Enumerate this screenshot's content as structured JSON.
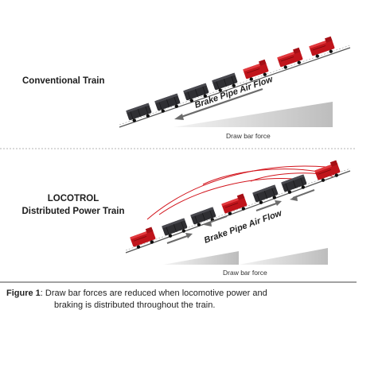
{
  "labels": {
    "conventional": "Conventional Train",
    "locotrol_line1": "LOCOTROL",
    "locotrol_line2": "Distributed Power Train",
    "brake_pipe_1": "Brake Pipe Air Flow",
    "brake_pipe_2": "Brake Pipe Air Flow",
    "draw_bar_1": "Draw bar force",
    "draw_bar_2": "Draw bar force"
  },
  "caption": {
    "bold": "Figure 1",
    "text_line1": ": Draw bar forces are reduced when locomotive power and",
    "text_line2": "braking is distributed throughout the train."
  },
  "colors": {
    "locomotive": "#c0141b",
    "car": "#2d2d30",
    "arrow": "#6b6b6b",
    "wave": "#d2141c",
    "wedge": "#c8c8c8",
    "divider": "#9a9a9a"
  },
  "icons": {
    "locomotive": "locomotive-icon",
    "car": "freight-car-icon"
  }
}
